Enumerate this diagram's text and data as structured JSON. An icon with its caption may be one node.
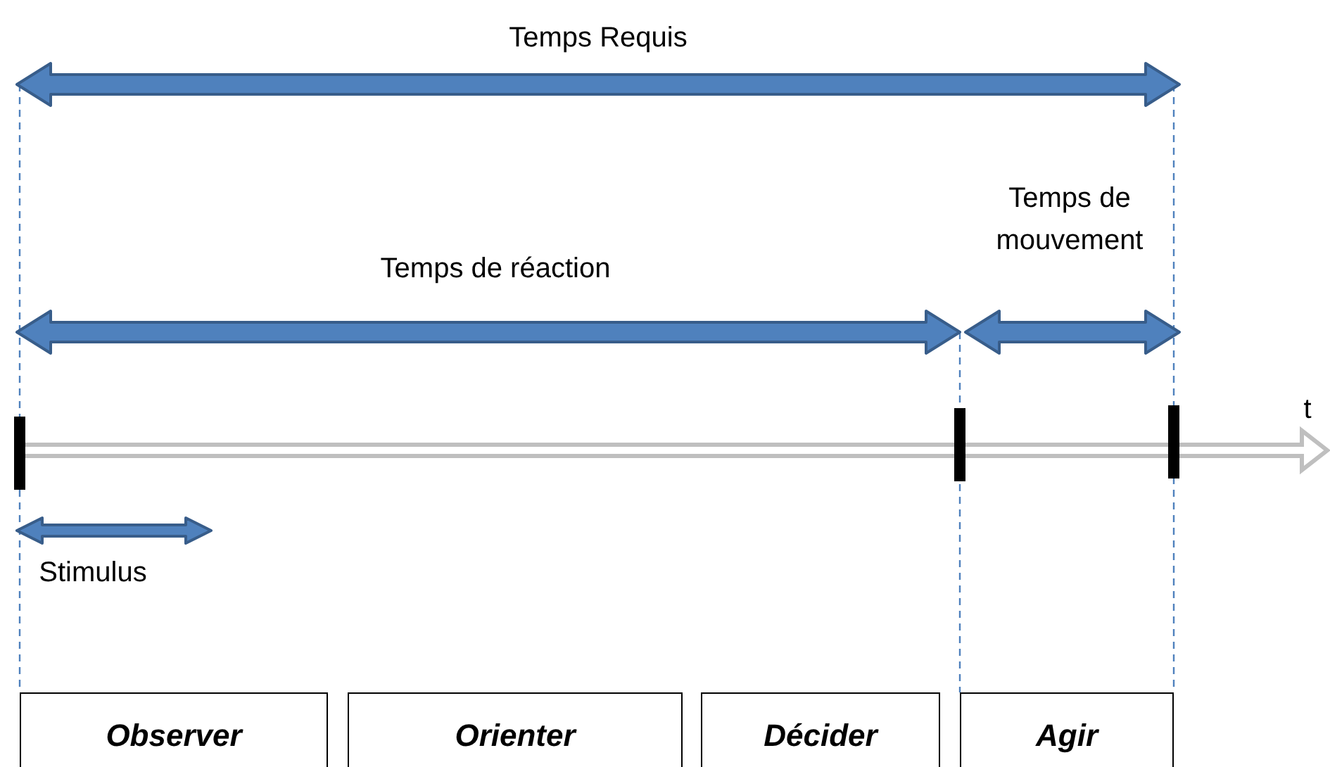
{
  "diagram": {
    "nodes": [
      {
        "text": [
          "Observer"
        ]
      },
      {
        "text": [
          "Orienter"
        ]
      },
      {
        "text": [
          "Décider"
        ]
      },
      {
        "text": [
          "Agir"
        ]
      }
    ],
    "labels": [
      "Temps Requis",
      "Temps de mouvement",
      "Temps de réaction",
      "t",
      "Stimulus"
    ]
  }
}
